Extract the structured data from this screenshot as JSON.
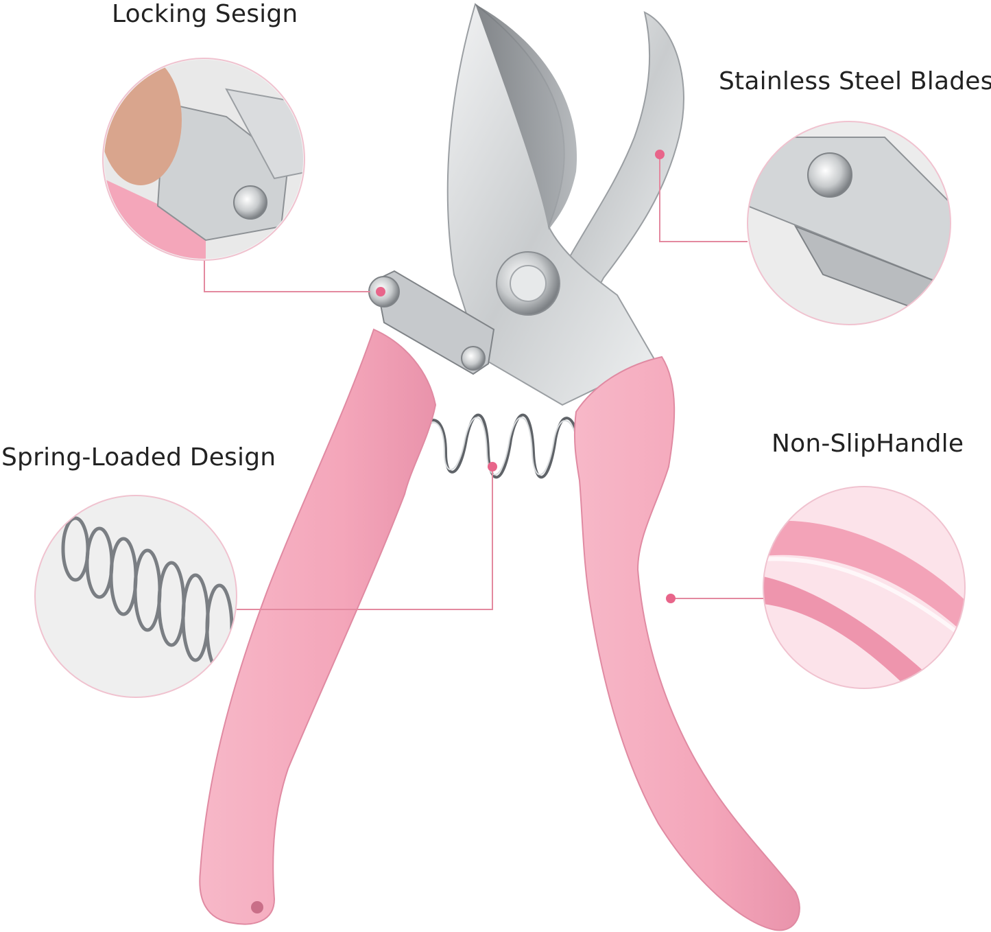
{
  "product": {
    "handle_color": "#f4a9bd",
    "handle_shadow": "#e58ea6",
    "blade_color": "#d6d8da",
    "blade_edge": "#8e9296",
    "accent_line": "#e3899f",
    "accent_dot": "#e8658a"
  },
  "callouts": {
    "locking": {
      "label": "Locking Sesign",
      "icon": "lock-detail-icon"
    },
    "blades": {
      "label": "Stainless Steel Blades",
      "icon": "blade-detail-icon"
    },
    "spring": {
      "label": "Spring-Loaded Design",
      "icon": "spring-detail-icon"
    },
    "handle": {
      "label": "Non-SlipHandle",
      "icon": "handle-detail-icon"
    }
  }
}
